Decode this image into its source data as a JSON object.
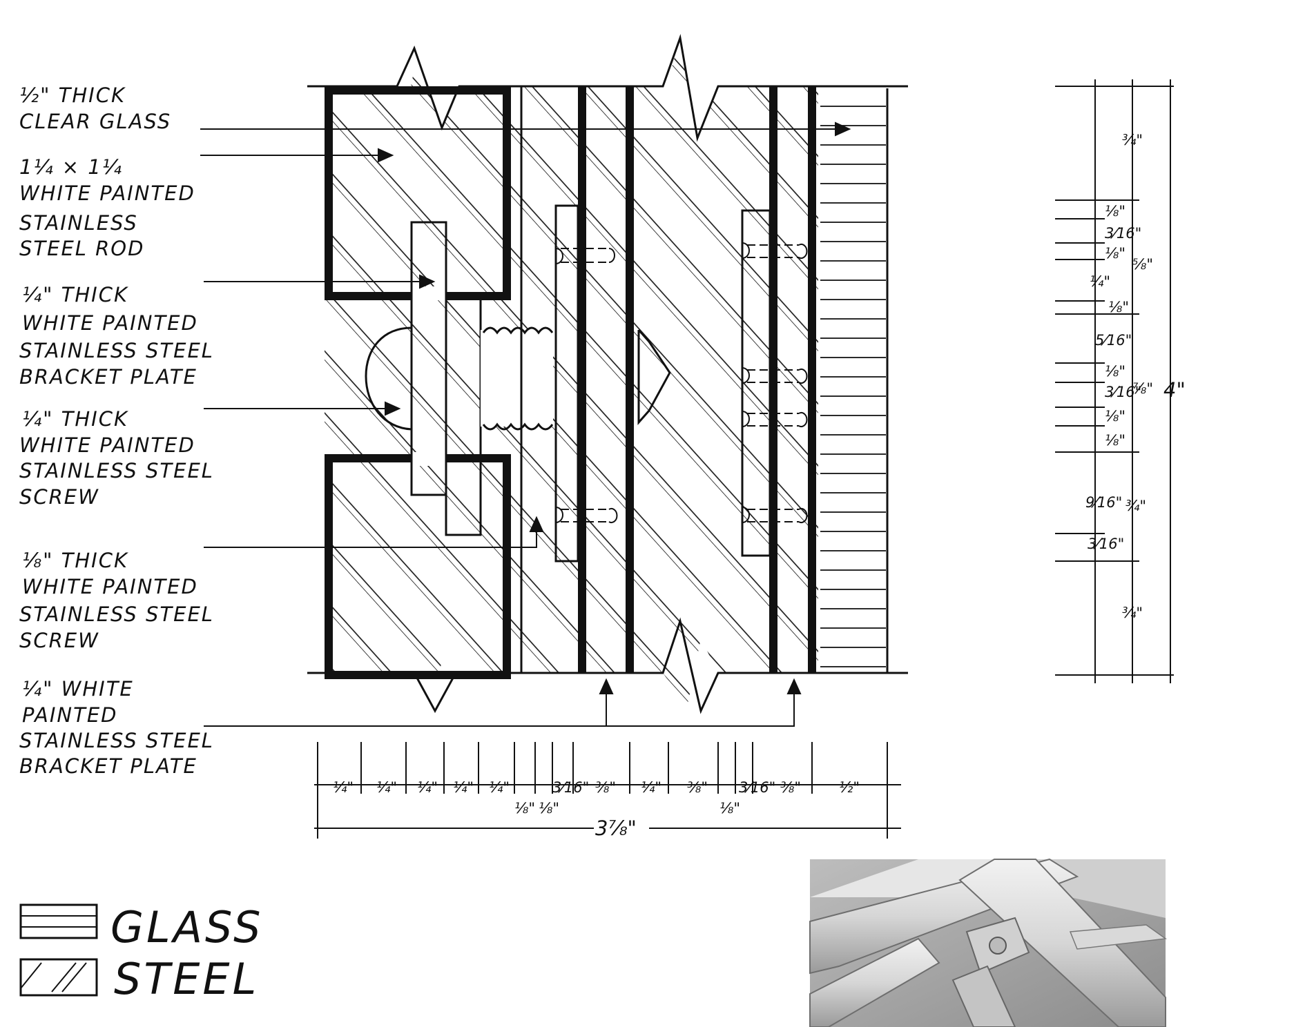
{
  "callouts": {
    "glass": [
      "½\" THICK",
      "CLEAR GLASS"
    ],
    "rod": [
      "1¼ × 1¼",
      "WHITE PAINTED",
      "STAINLESS",
      "STEEL ROD"
    ],
    "bracket_top": [
      "¼\" THICK",
      "WHITE PAINTED",
      "STAINLESS STEEL",
      "BRACKET PLATE"
    ],
    "screw_quarter": [
      "¼\" THICK",
      "WHITE PAINTED",
      "STAINLESS STEEL",
      "SCREW"
    ],
    "screw_eighth": [
      "⅛\" THICK",
      "WHITE PAINTED",
      "STAINLESS STEEL",
      "SCREW"
    ],
    "bracket_bottom": [
      "¼\" WHITE",
      "PAINTED",
      "STAINLESS STEEL",
      "BRACKET PLATE"
    ]
  },
  "bottom_dimensions": {
    "segments": [
      "¼\"",
      "¼\"",
      "¼\"",
      "¼\"",
      "¼\"",
      "3⁄16\"",
      "⅜\"",
      "¼\"",
      "⅜\"",
      "3⁄16\"",
      "⅜\"",
      "½\""
    ],
    "sub": [
      "⅛\"",
      "⅛\"",
      "⅛\""
    ],
    "total": "3⅞\""
  },
  "right_dimensions": {
    "column1": [
      "¾\"",
      "¼\"",
      "5⁄16\"",
      "9⁄16\"",
      "¾\""
    ],
    "column1_small": [
      "⅛\"",
      "3⁄16\"",
      "⅛\"",
      "⅛\"",
      "⅛\"",
      "3⁄16\"",
      "⅛\"",
      "⅛\"",
      "3⁄16\""
    ],
    "column2": [
      "⅝\"",
      "⅞\"",
      "¾\""
    ],
    "total": "4\""
  },
  "legend": {
    "glass": "GLASS",
    "steel": "STEEL"
  },
  "photo": {
    "subject": "steel-connection-photo"
  }
}
